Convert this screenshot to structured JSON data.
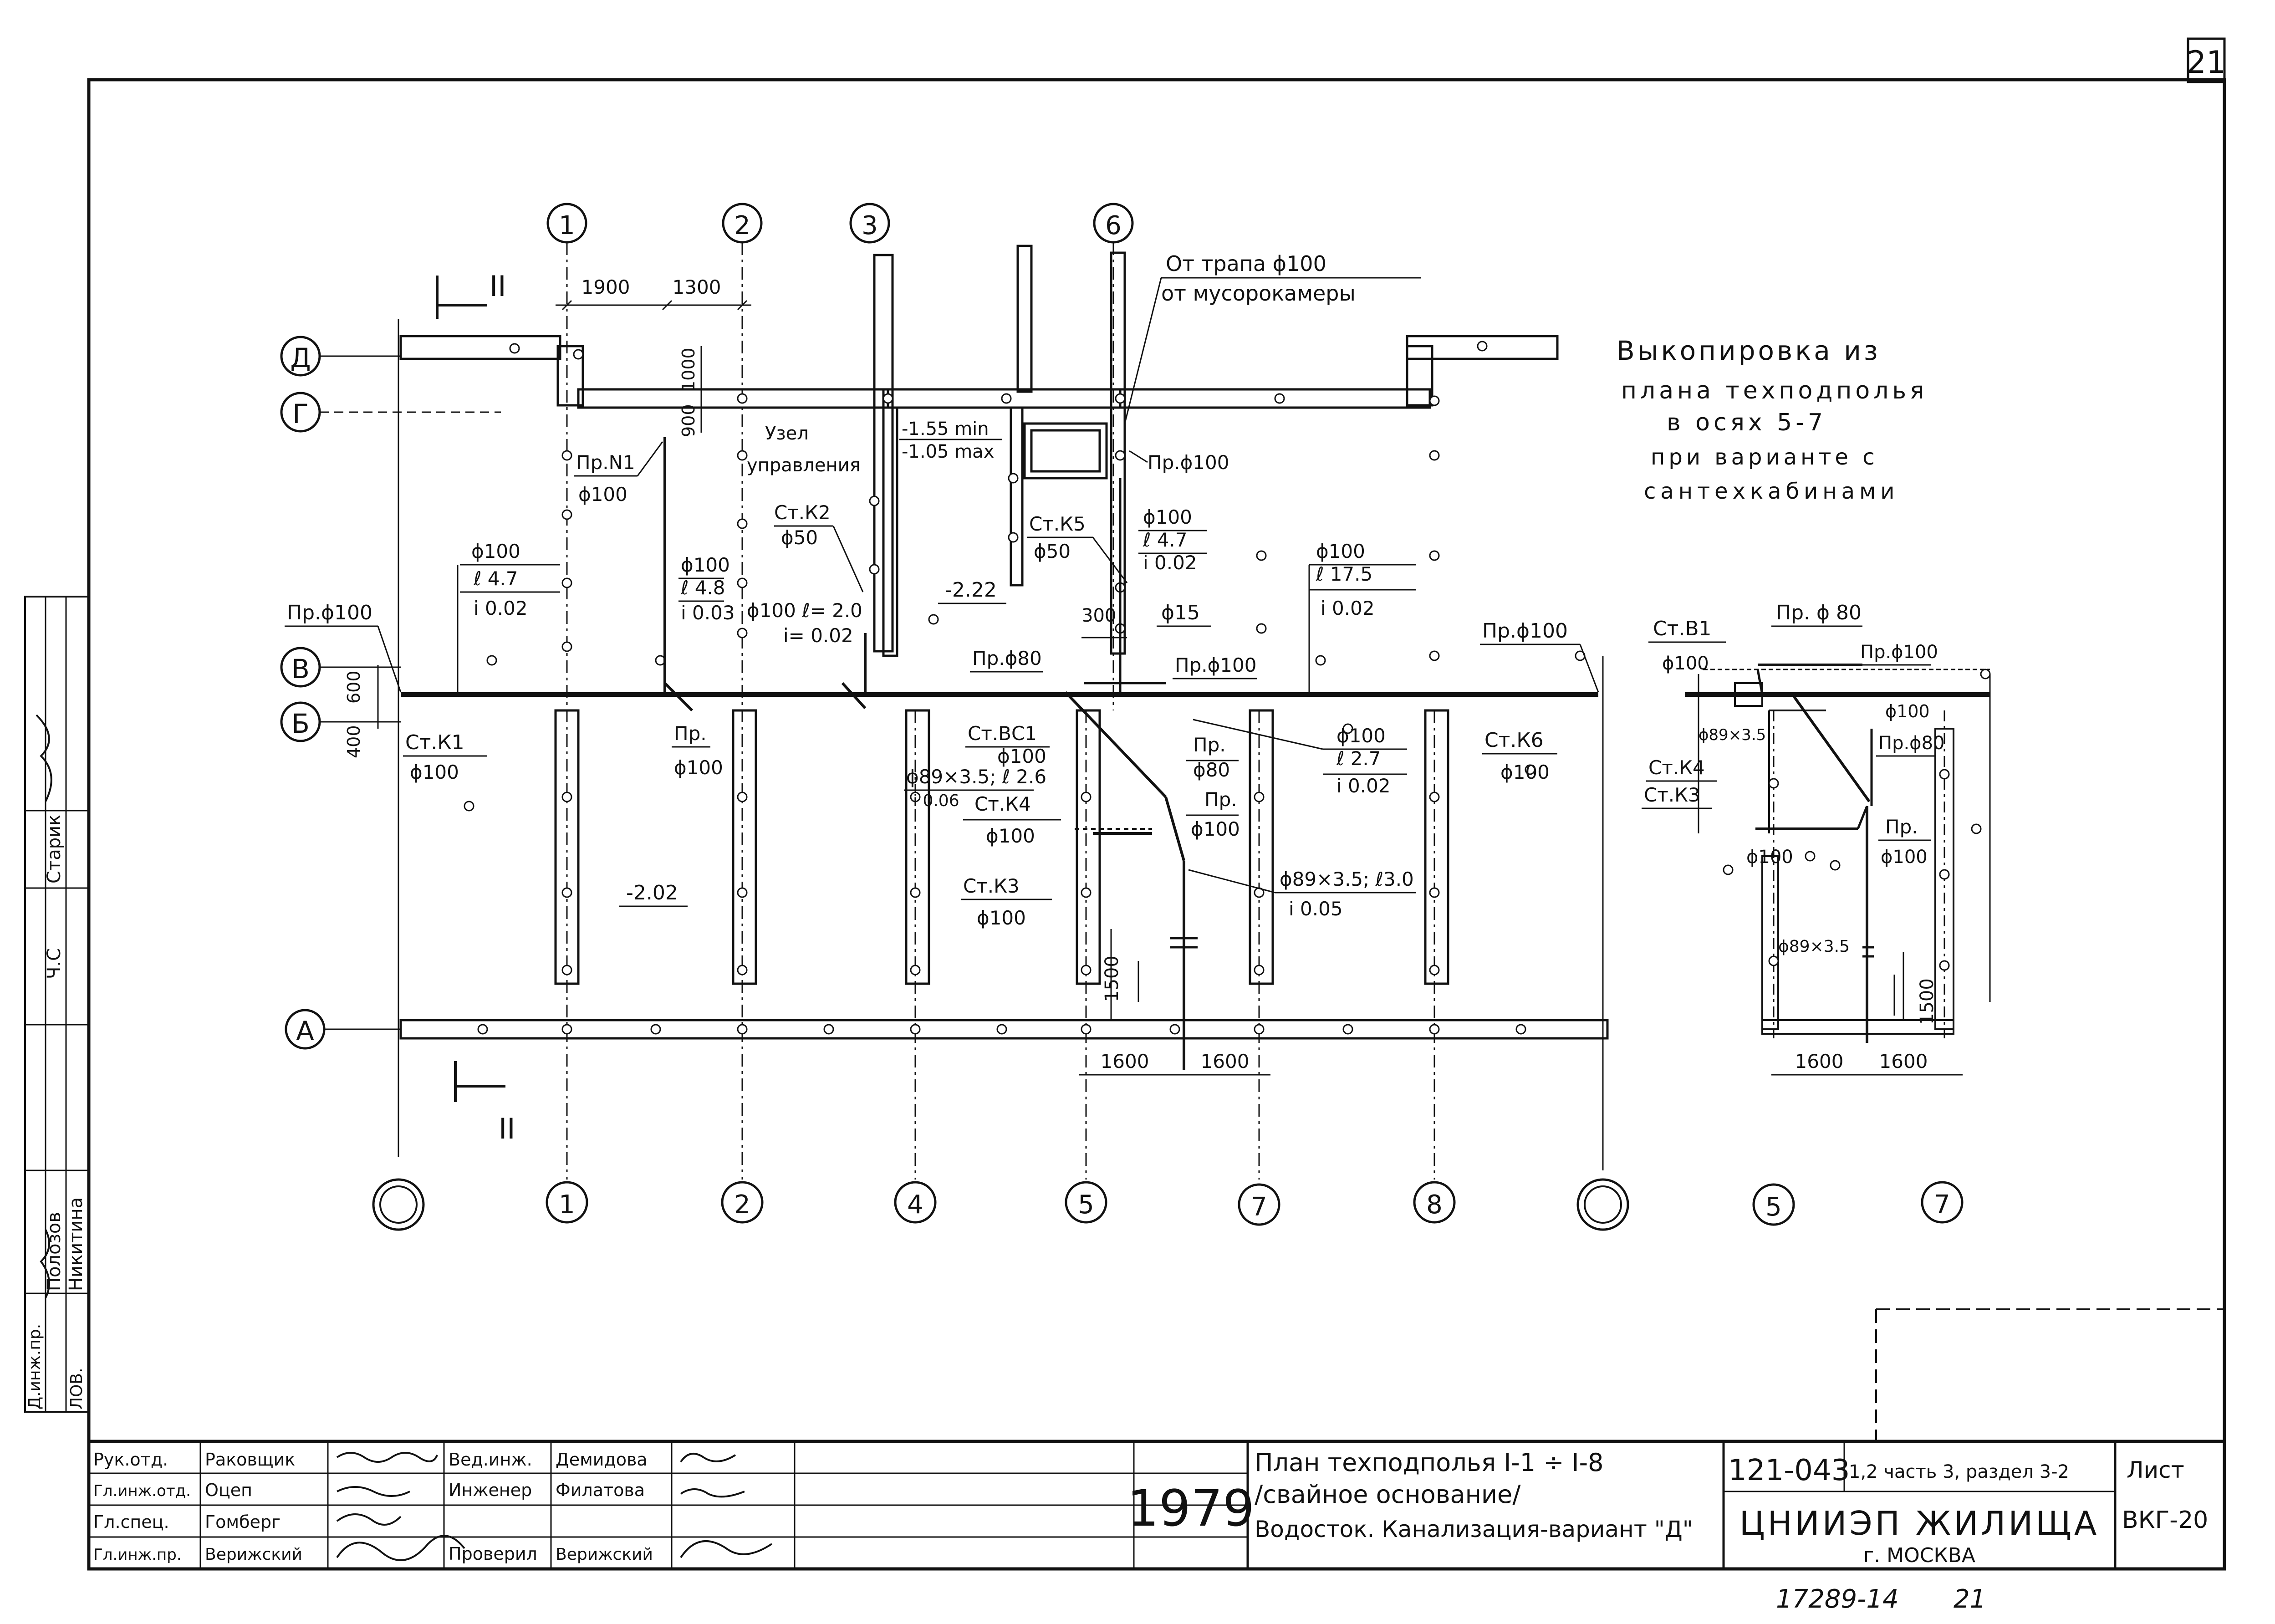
{
  "sheet_corner_number": "21",
  "axes": {
    "top": [
      "1",
      "2",
      "3",
      "6"
    ],
    "bottom": [
      "1",
      "2",
      "4",
      "5",
      "7",
      "8"
    ],
    "rows": [
      "Д",
      "Г",
      "В",
      "Б",
      "А"
    ],
    "inset_bottom": [
      "5",
      "7"
    ]
  },
  "section_marks": [
    "II",
    "II"
  ],
  "dimensions": {
    "top_1": "1900",
    "top_2": "1300",
    "vert_1": "1000",
    "vert_2": "900",
    "left_1": "600",
    "left_2": "400",
    "mid_300": "300",
    "bot_1": "1600",
    "bot_2": "1600",
    "bot_v": "1500",
    "inset_1": "1600",
    "inset_2": "1600",
    "inset_v": "1500"
  },
  "notes": {
    "trap": "От трапа ϕ100",
    "musor": "от мусорокамеры",
    "uzel_1": "Узел",
    "uzel_2": "управления",
    "lev_min": "-1.55 min",
    "lev_max": "-1.05 max",
    "lev_222": "-2.22",
    "lev_202": "-2.02"
  },
  "labels": {
    "pr_n1": "Пр.N1",
    "pr_n1_d": "ϕ100",
    "pr_top6": "Пр.ϕ100",
    "stk2": "Ст.К2",
    "stk2_d": "ϕ50",
    "stk5": "Ст.К5",
    "stk5_d": "ϕ50",
    "p1_a": "ϕ100",
    "p1_b": "ℓ 4.7",
    "p1_c": "i 0.02",
    "p2_a": "ϕ100",
    "p2_b": "ℓ 4.8",
    "p2_c": "i 0.03",
    "p3_a": "ϕ100 ℓ= 2.0",
    "p3_b": "i= 0.02",
    "p4_a": "ϕ100",
    "p4_b": "ℓ 4.7",
    "p4_c": "i 0.02",
    "p5_a": "ϕ100",
    "p5_b": "ℓ 17.5",
    "p5_c": "i 0.02",
    "pr_left": "Пр.ϕ100",
    "pr_right": "Пр.ϕ100",
    "stk1": "Ст.К1",
    "stk1_d": "ϕ100",
    "pr_mid": "Пр.",
    "pr_mid_d": "ϕ100",
    "pr80": "Пр.ϕ80",
    "phi15": "ϕ15",
    "pr100b": "Пр.ϕ100",
    "stvc1": "Ст.ВС1",
    "stvc1_d": "ϕ100",
    "pipe89": "ϕ89×3.5; ℓ 2.6",
    "pipe89_i": "i 0.06",
    "stk4": "Ст.К4",
    "stk4_d": "ϕ100",
    "stk3": "Ст.К3",
    "stk3_d": "ϕ100",
    "pr80b": "Пр.",
    "pr80b_d": "ϕ80",
    "pr100c": "Пр.",
    "pr100c_d": "ϕ100",
    "p6_a": "ϕ100",
    "p6_b": "ℓ 2.7",
    "p6_c": "i 0.02",
    "stk6": "Ст.К6",
    "stk6_d": "ϕ100",
    "pipe89b": "ϕ89×3.5; ℓ3.0",
    "pipe89b_i": "i 0.05"
  },
  "inset": {
    "title_1": "Выкопировка  из",
    "title_2": "плана  техподполья",
    "title_3": "в осях 5-7",
    "title_4": "при  варианте  с",
    "title_5": "сантехкабинами",
    "stb1": "Ст.В1",
    "stb1_d": "ϕ100",
    "pr80": "Пр. ϕ 80",
    "pr100": "Пр.ϕ100",
    "phi100a": "ϕ100",
    "p89": "ϕ89×3.5",
    "pr80b": "Пр.ϕ80",
    "stk4": "Ст.К4",
    "stk3": "Ст.К3",
    "pr": "Пр.",
    "pr_d": "ϕ100",
    "phi100b": "ϕ100",
    "p89b": "ϕ89×3.5"
  },
  "side_stamp": [
    "Д.инж.пр.",
    "Полозов",
    "Никитина",
    "Ч.С",
    "Старик",
    "ЛОВ."
  ],
  "title_block": {
    "roles": [
      "Рук.отд.",
      "Гл.инж.отд.",
      "Гл.спец.",
      "Гл.инж.пр."
    ],
    "names": [
      "Раковщик",
      "Оцеп",
      "Гомберг",
      "Верижский"
    ],
    "roles2": [
      "Вед.инж.",
      "Инженер",
      "Проверил"
    ],
    "names2": [
      "Демидова",
      "Филатова",
      "Верижский"
    ],
    "year": "1979",
    "title_1": "План техподполья I-1 ÷ I-8",
    "title_2": "/свайное основание/",
    "title_3": "Водосток. Канализация-вариант \"Д\"",
    "project": "121-043",
    "part": "1,2 часть 3, раздел 3-2",
    "org": "ЦНИИЭП ЖИЛИЩА",
    "city": "г. МОСКВА",
    "sheet_label": "Лист",
    "sheet": "ВКГ-20"
  },
  "footer_num": "17289-14",
  "footer_num2": "21"
}
